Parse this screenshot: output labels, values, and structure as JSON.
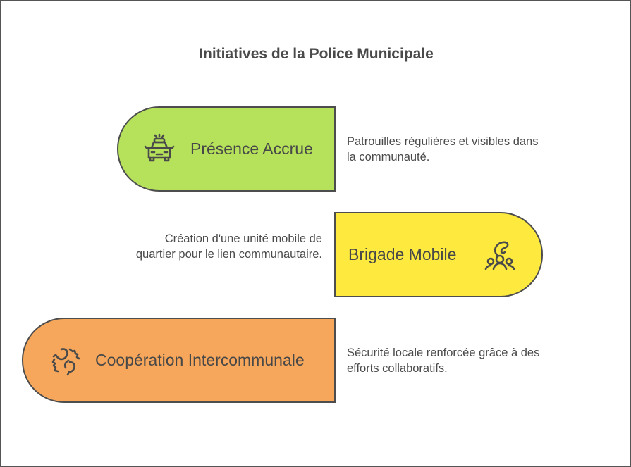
{
  "title": "Initiatives de la Police Municipale",
  "items": [
    {
      "label": "Présence Accrue",
      "description": "Patrouilles régulières et visibles dans la communauté.",
      "color": "#b5e15b",
      "icon": "police-car-icon"
    },
    {
      "label": "Brigade Mobile",
      "description": "Création d'une unité mobile de quartier pour le lien communautaire.",
      "color": "#feea3f",
      "icon": "community-group-icon"
    },
    {
      "label": "Coopération Intercommunale",
      "description": "Sécurité locale renforcée grâce à des efforts collaboratifs.",
      "color": "#f6a75b",
      "icon": "handshake-icon"
    }
  ]
}
